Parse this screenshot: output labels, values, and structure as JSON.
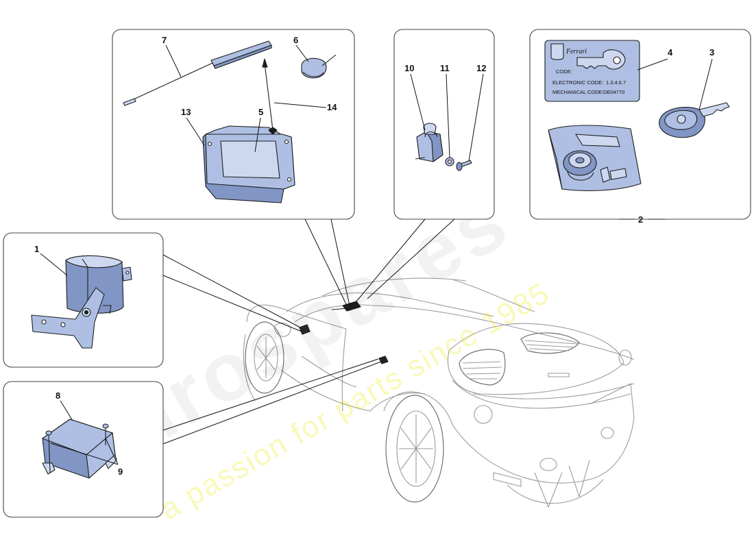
{
  "diagram": {
    "callouts": [
      {
        "id": "1",
        "label": "1"
      },
      {
        "id": "2",
        "label": "2"
      },
      {
        "id": "3",
        "label": "3"
      },
      {
        "id": "4",
        "label": "4"
      },
      {
        "id": "5",
        "label": "5"
      },
      {
        "id": "6",
        "label": "6"
      },
      {
        "id": "7",
        "label": "7"
      },
      {
        "id": "8",
        "label": "8"
      },
      {
        "id": "9",
        "label": "9"
      },
      {
        "id": "10",
        "label": "10"
      },
      {
        "id": "11",
        "label": "11"
      },
      {
        "id": "12",
        "label": "12"
      },
      {
        "id": "13",
        "label": "13"
      },
      {
        "id": "14",
        "label": "14"
      }
    ],
    "key_plate": {
      "brand": "Ferrari",
      "code_label": "CODE:",
      "electronic_code_label": "ELECTRONIC CODE:",
      "electronic_code_value": "1.3.4.6.7",
      "mechanical_code_label": "MECHANICAL CODE:",
      "mechanical_code_value": "DE04770"
    },
    "colors": {
      "part_fill": "#aebfe3",
      "part_shade": "#8196c5",
      "part_light": "#cdd8f0",
      "panel_border": "#444444",
      "car_outline": "#9a9a9a"
    }
  },
  "watermark": {
    "brand": "eurospares",
    "tagline": "a passion for parts since 1985"
  }
}
